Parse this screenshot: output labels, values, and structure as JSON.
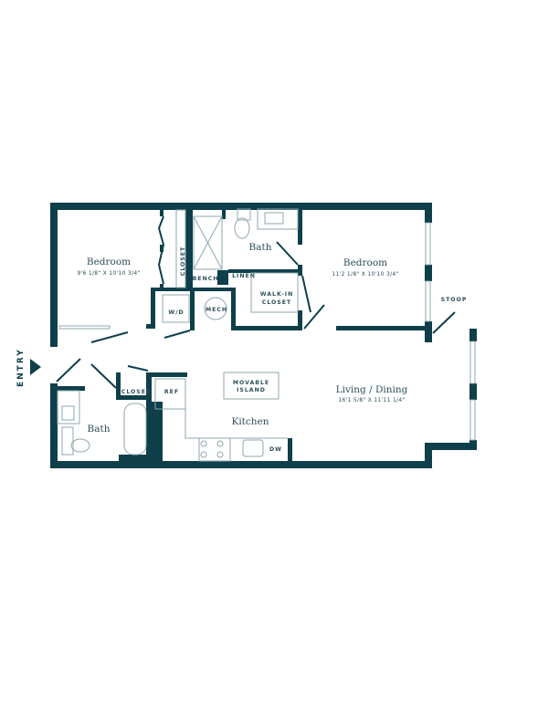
{
  "colors": {
    "wall": "#0e3f4a",
    "fixture": "#8fa7ad",
    "text": "#2c4f58"
  },
  "entry_label": "ENTRY",
  "rooms": {
    "bedroom1": {
      "name": "Bedroom",
      "dims": "9'6 1/8\" X 10'10 3/4\""
    },
    "bedroom2": {
      "name": "Bedroom",
      "dims": "11'2 1/8\" X 10'10 3/4\""
    },
    "bath1": {
      "name": "Bath"
    },
    "bath2": {
      "name": "Bath"
    },
    "kitchen": {
      "name": "Kitchen"
    },
    "living": {
      "name": "Living / Dining",
      "dims": "16'1 5/8\" X 11'11 1/4\""
    }
  },
  "labels": {
    "closet1": "CLOSET",
    "closet2": "CLOSET",
    "bench": "BENCH",
    "linen": "LINEN",
    "walkin_1": "WALK-IN",
    "walkin_2": "CLOSET",
    "wd": "W/D",
    "mech": "MECH",
    "ref": "REF",
    "island_1": "MOVABLE",
    "island_2": "ISLAND",
    "dw": "DW",
    "stoop": "STOOP"
  }
}
